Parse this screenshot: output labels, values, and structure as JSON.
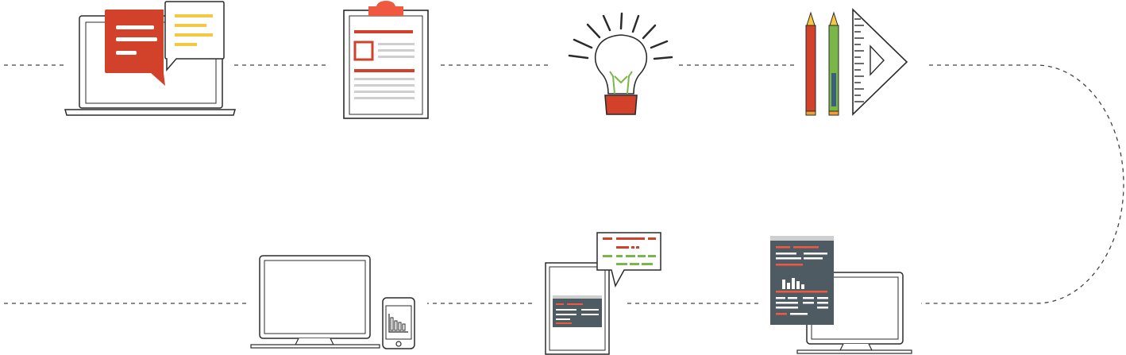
{
  "diagram": {
    "type": "process-flow",
    "connector_style": "dashed",
    "steps": [
      {
        "name": "discussion",
        "icon": "laptop-chat-icon"
      },
      {
        "name": "brief",
        "icon": "clipboard-icon"
      },
      {
        "name": "idea",
        "icon": "lightbulb-icon"
      },
      {
        "name": "design",
        "icon": "pencils-ruler-icon"
      },
      {
        "name": "development",
        "icon": "document-monitor-icon"
      },
      {
        "name": "review",
        "icon": "tablet-feedback-icon"
      },
      {
        "name": "launch",
        "icon": "monitor-phone-icon"
      }
    ]
  },
  "colors": {
    "outline": "#2b2b2b",
    "accent_red": "#d2412a",
    "accent_yellow": "#f5c842",
    "accent_green": "#7ab648",
    "accent_orange": "#f0a030",
    "dark_slate": "#4f5b63",
    "light_gray": "#cfcfcf",
    "dashes": "#444444"
  }
}
